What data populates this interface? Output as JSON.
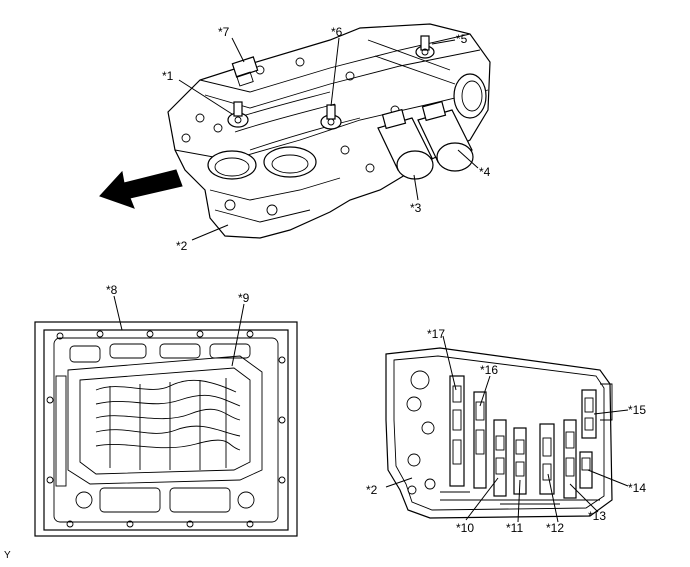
{
  "callouts": {
    "c1": "*1",
    "c2_top": "*2",
    "c3": "*3",
    "c4": "*4",
    "c5": "*5",
    "c6": "*6",
    "c7": "*7",
    "c8": "*8",
    "c9": "*9",
    "c2_right": "*2",
    "c10": "*10",
    "c11": "*11",
    "c12": "*12",
    "c13": "*13",
    "c14": "*14",
    "c15": "*15",
    "c16": "*16",
    "c17": "*17"
  },
  "figure_code": "Y"
}
